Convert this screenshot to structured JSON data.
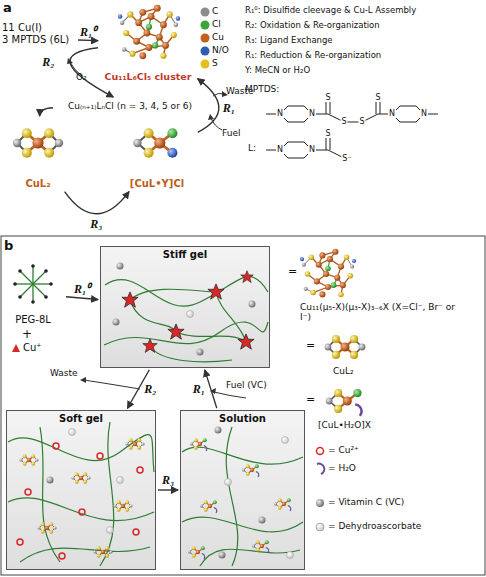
{
  "diagram": {
    "nodes": [
      {
        "text": [
          "11 Cu(I)",
          "3 MPTDS (6L)"
        ]
      },
      {
        "text": [
          "Cu₁₁L₆Cl₅ cluster"
        ]
      },
      {
        "text": [
          "Cu₍ₙ₊₁₎LₙCl (n = 3, 4, 5 or 6)"
        ]
      },
      {
        "text": [
          "CuL₂"
        ]
      },
      {
        "text": [
          "[CuL•Y]Cl"
        ]
      },
      {
        "text": [
          "PEG-8L"
        ]
      },
      {
        "text": [
          "Stiff gel"
        ]
      },
      {
        "text": [
          "Soft gel"
        ]
      },
      {
        "text": [
          "Solution"
        ]
      }
    ],
    "edges": [
      {
        "from": 0,
        "to": 1,
        "arrow": "to",
        "label": "R₁⁰"
      },
      {
        "from": 1,
        "to": 2,
        "arrow": "to",
        "label": "R₂"
      },
      {
        "from": 2,
        "to": 3,
        "arrow": "to"
      },
      {
        "from": 3,
        "to": 4,
        "arrow": "to",
        "label": "R₃"
      },
      {
        "from": 4,
        "to": 1,
        "arrow": "to",
        "label": "R₁"
      },
      {
        "from": 5,
        "to": 6,
        "arrow": "to",
        "label": "R₁⁰"
      },
      {
        "from": 6,
        "to": 7,
        "arrow": "to",
        "label": "R₂"
      },
      {
        "from": 7,
        "to": 8,
        "arrow": "to",
        "label": "R₃"
      },
      {
        "from": 8,
        "to": 6,
        "arrow": "to",
        "label": "R₁"
      }
    ],
    "labels": [
      "a",
      "O₂",
      "Waste",
      "Fuel",
      "R₁⁰: Disulfide cleevage & Cu-L Assembly",
      "R₂: Oxidation & Re-organization",
      "R₃: Ligand Exchange",
      "R₁: Reduction & Re-organization",
      "Y: MeCN or H₂O",
      "MPTDS:",
      "L:",
      "N",
      "N",
      "S",
      "S",
      "S",
      "S",
      "N",
      "N",
      "N",
      "N",
      "S",
      "S⁻",
      "b",
      "+",
      "Cu⁺",
      "Waste",
      "Fuel (VC)",
      "=",
      "=",
      "="
    ],
    "legend": [
      {
        "text": "C",
        "color": "#8c8c8c"
      },
      {
        "text": "Cl",
        "color": "#3aa63a"
      },
      {
        "text": "Cu",
        "color": "#c0601c"
      },
      {
        "text": "N/O",
        "color": "#2f5fb3"
      },
      {
        "text": "S",
        "color": "#e2c020"
      },
      {
        "text": "Cu₁₁(μ₅-X)(μ₃-X)₃₋₆X (X=Cl⁻, Br⁻ or I⁻)"
      },
      {
        "text": "CuL₂"
      },
      {
        "text": "[CuL•H₂O]X"
      },
      {
        "text": "= Cu²⁺"
      },
      {
        "text": "= H₂O"
      },
      {
        "text": "= Vitamin C (VC)"
      },
      {
        "text": "= Dehydroascorbate"
      }
    ]
  }
}
